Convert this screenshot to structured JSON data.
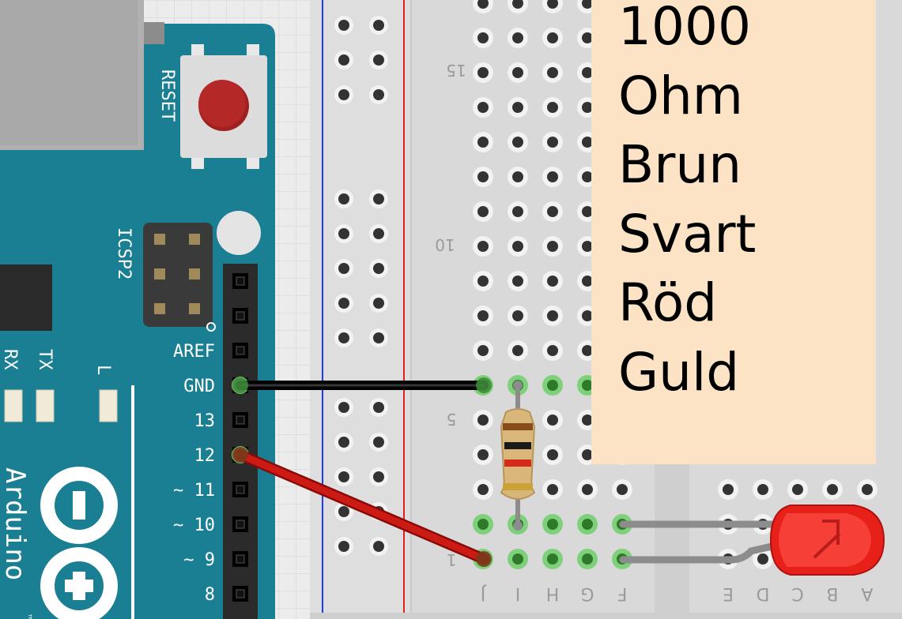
{
  "arduino": {
    "reset_label": "RESET",
    "icsp_label": "ICSP2",
    "rx_label": "RX",
    "tx_label": "TX",
    "l_label": "L",
    "brand": "Arduino",
    "trademark": "™",
    "pins": [
      {
        "label": "AREF",
        "connected": false
      },
      {
        "label": "GND",
        "connected": true
      },
      {
        "label": "13",
        "connected": false
      },
      {
        "label": "12",
        "connected": true
      },
      {
        "label": "~ 11",
        "connected": false
      },
      {
        "label": "~ 10",
        "connected": false
      },
      {
        "label": "~ 9",
        "connected": false
      },
      {
        "label": "8",
        "connected": false
      }
    ]
  },
  "breadboard": {
    "row_numbers": [
      "15",
      "10",
      "5",
      "1"
    ],
    "column_letters_left": [
      "J",
      "I",
      "H",
      "G",
      "F"
    ],
    "column_letters_right": [
      "E",
      "D",
      "C",
      "B",
      "A"
    ]
  },
  "wires": [
    {
      "name": "gnd-wire",
      "color": "#000000"
    },
    {
      "name": "pin12-wire",
      "color": "#cc1a14"
    }
  ],
  "resistor": {
    "bands": [
      "#8a4b1c",
      "#1a1a1a",
      "#d42a1c",
      "#c9a23a"
    ]
  },
  "led": {
    "color": "#e8201a"
  },
  "note": {
    "lines": [
      "1000",
      "Ohm",
      "Brun",
      "Svart",
      "Röd",
      "Guld"
    ]
  },
  "colors": {
    "arduino_blue": "#1b7f93",
    "breadboard": "#d9d9d9",
    "note_bg": "#fde3c5",
    "connected_hole": "#7ed17a"
  }
}
